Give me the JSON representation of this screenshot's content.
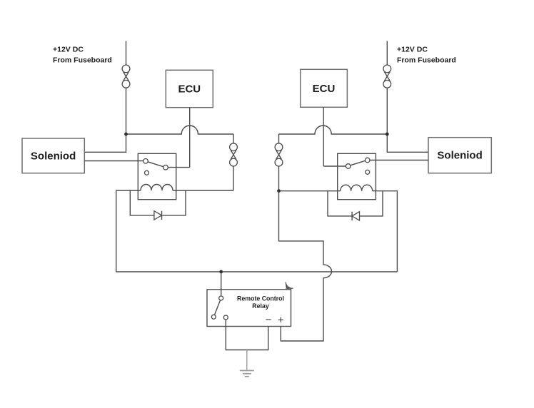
{
  "labels": {
    "supply_left": {
      "line1": "+12V DC",
      "line2": "From Fuseboard"
    },
    "supply_right": {
      "line1": "+12V DC",
      "line2": "From Fuseboard"
    },
    "ecu_left": "ECU",
    "ecu_right": "ECU",
    "solenoid_left": "Soleniod",
    "solenoid_right": "Soleniod",
    "remote_relay": {
      "line1": "Remote Control",
      "line2": "Relay",
      "minus": "−",
      "plus": "+"
    }
  },
  "icons": {
    "fuse": "fuse-icon",
    "relay_coil": "relay-coil-icon",
    "relay_switch": "relay-switch-icon",
    "diode": "diode-icon",
    "ground": "ground-icon",
    "wireless": "wireless-signal-icon",
    "junction": "junction-dot"
  },
  "colors": {
    "wire": "#4c4c4c",
    "box-border": "#6e6e6e",
    "text": "#1c1c1c",
    "ground": "#9c9c9c",
    "dot": "#2f2f2f",
    "background": "#ffffff"
  }
}
